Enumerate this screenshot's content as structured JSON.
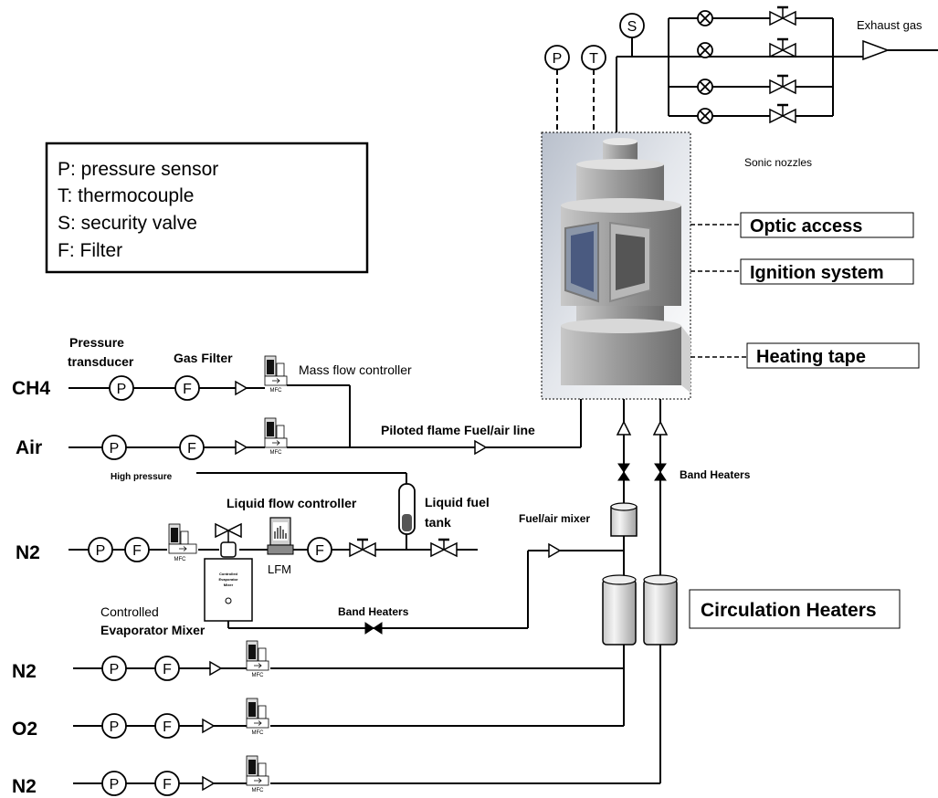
{
  "legend": {
    "items": [
      "P: pressure sensor",
      "T: thermocouple",
      "S: security valve",
      "F: Filter"
    ]
  },
  "symbols": {
    "pressure": "P",
    "filter": "F",
    "thermocouple": "T",
    "security": "S",
    "mfc": "MFC",
    "lfm": "LFM"
  },
  "labels": {
    "exhaust_gas": "Exhaust gas",
    "sonic_nozzles": "Sonic nozzles",
    "optic_access": "Optic access",
    "ignition_system": "Ignition system",
    "heating_tape": "Heating tape",
    "pressure_transducer_line1": "Pressure",
    "pressure_transducer_line2": "transducer",
    "gas_filter": "Gas Filter",
    "mass_flow_controller": "Mass flow controller",
    "piloted_flame": "Piloted flame Fuel/air line",
    "high_pressure": "High pressure",
    "liquid_flow_controller": "Liquid flow controller",
    "liquid_fuel_line1": "Liquid fuel",
    "liquid_fuel_line2": "tank",
    "fuel_air_mixer": "Fuel/air mixer",
    "band_heaters_right": "Band Heaters",
    "band_heaters_mid": "Band Heaters",
    "cem_line1": "Controlled",
    "cem_line2": "Evaporator Mixer",
    "cem_box_line1": "Controlled",
    "cem_box_line2": "Evaporator",
    "cem_box_line3": "Mixer",
    "circulation_heaters": "Circulation Heaters"
  },
  "gas_lines": [
    {
      "label": "CH4"
    },
    {
      "label": "Air"
    },
    {
      "label": "N2"
    },
    {
      "label": "N2"
    },
    {
      "label": "O2"
    },
    {
      "label": "N2"
    }
  ]
}
